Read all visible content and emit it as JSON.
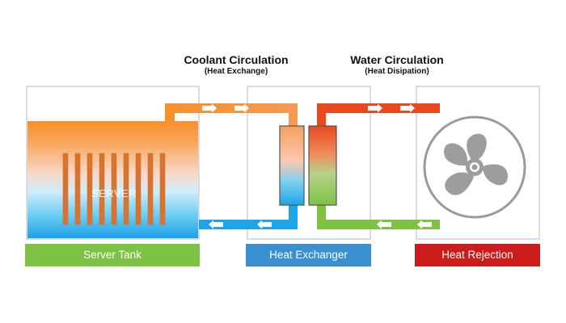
{
  "headings": {
    "coolant": {
      "title": "Coolant Circulation",
      "subtitle": "(Heat Exchange)"
    },
    "water": {
      "title": "Water Circulation",
      "subtitle": "(Heat Disipation)"
    }
  },
  "components": {
    "server_tank": {
      "label": "Server Tank",
      "inner_text": "SERVER",
      "color": "#7dc242"
    },
    "heat_exchanger": {
      "label": "Heat Exchanger",
      "color": "#3a8fd1"
    },
    "heat_rejection": {
      "label": "Heat Rejection",
      "color": "#cc1b1b"
    }
  },
  "icons": {
    "fan": "fan-icon",
    "flow": "arrow-right-icon / arrow-left-icon"
  },
  "colors": {
    "hot_coolant": "#f58a1f",
    "cold_coolant": "#1ea4e8",
    "hot_water": "#e8491d",
    "cold_water": "#7dc242",
    "server_blade": "#d9742f"
  }
}
